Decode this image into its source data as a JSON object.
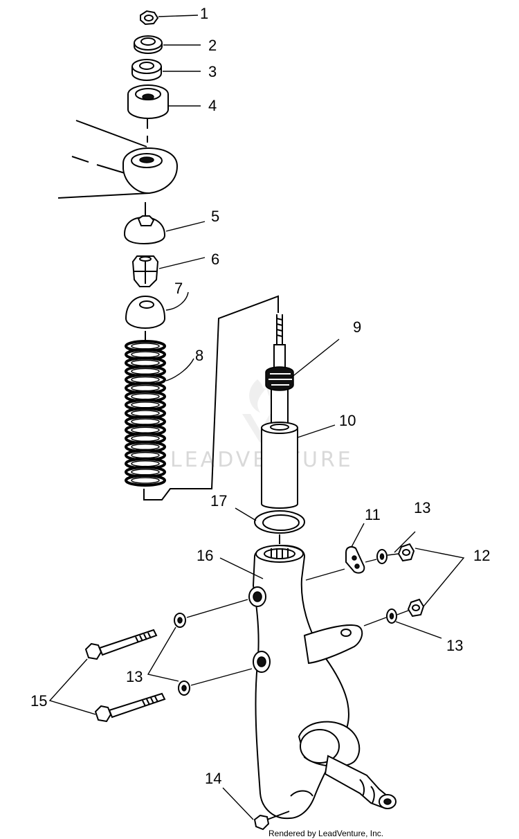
{
  "callouts": {
    "c1": "1",
    "c2": "2",
    "c3": "3",
    "c4": "4",
    "c5": "5",
    "c6": "6",
    "c7": "7",
    "c8": "8",
    "c9": "9",
    "c10": "10",
    "c11": "11",
    "c12": "12",
    "c13a": "13",
    "c13b": "13",
    "c13c": "13",
    "c14": "14",
    "c15": "15",
    "c16": "16",
    "c17": "17"
  },
  "watermark": "LEADVENTURE",
  "credit": "Rendered by LeadVenture, Inc.",
  "icons": [
    "leadventure-flame-logo-icon"
  ],
  "colors": {
    "line": "#000000",
    "background": "#ffffff",
    "watermark": "#d9d9d9"
  }
}
